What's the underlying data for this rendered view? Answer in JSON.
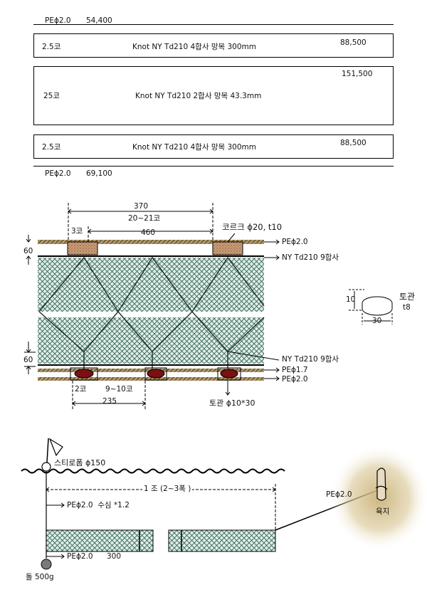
{
  "spec": {
    "top_label": "PEϕ2.0",
    "top_value": "54,400",
    "bottom_label": "PEϕ2.0",
    "bottom_value": "69,100",
    "rows": [
      {
        "mesh": "2.5코",
        "desc": "Knot NY Td210 4합사 망목 300mm",
        "value": "88,500"
      },
      {
        "mesh": "25코",
        "desc": "Knot NY Td210 2합사 망목 43.3mm",
        "value": "151,500"
      },
      {
        "mesh": "2.5코",
        "desc": "Knot NY Td210 4합사 망목 300mm",
        "value": "88,500"
      }
    ]
  },
  "net_detail": {
    "dim_370": "370",
    "dim_20_21": "20~21코",
    "dim_3ko": "3코",
    "dim_460": "460",
    "cork_label": "코르크 ϕ20, t10",
    "pe20_top": "PEϕ2.0",
    "ny_top": "NY Td210 9합사",
    "dim_60_top": "60",
    "dim_60_bottom": "60",
    "ny_bottom": "NY Td210 9합사",
    "pe17": "PEϕ1.7",
    "pe20_bottom": "PEϕ2.0",
    "dim_2ko": "2코",
    "dim_9_10": "9~10코",
    "dim_235": "235",
    "sinker_label": "토관 ϕ10*30",
    "tube_dim_10": "10",
    "tube_dim_30": "30",
    "tube_name": "토관",
    "tube_t": "t8"
  },
  "deployment": {
    "float_label": "스티로폼 ϕ150",
    "span_label": "1 조 (2~3폭 )",
    "rope_label": "PEϕ2.0  수심 *1.2",
    "anchor_rope": "PEϕ2.0",
    "anchor_rope_len": "300",
    "stone_label": "돌 500g",
    "shore_rope": "PEϕ2.0",
    "shore_label": "육지"
  }
}
